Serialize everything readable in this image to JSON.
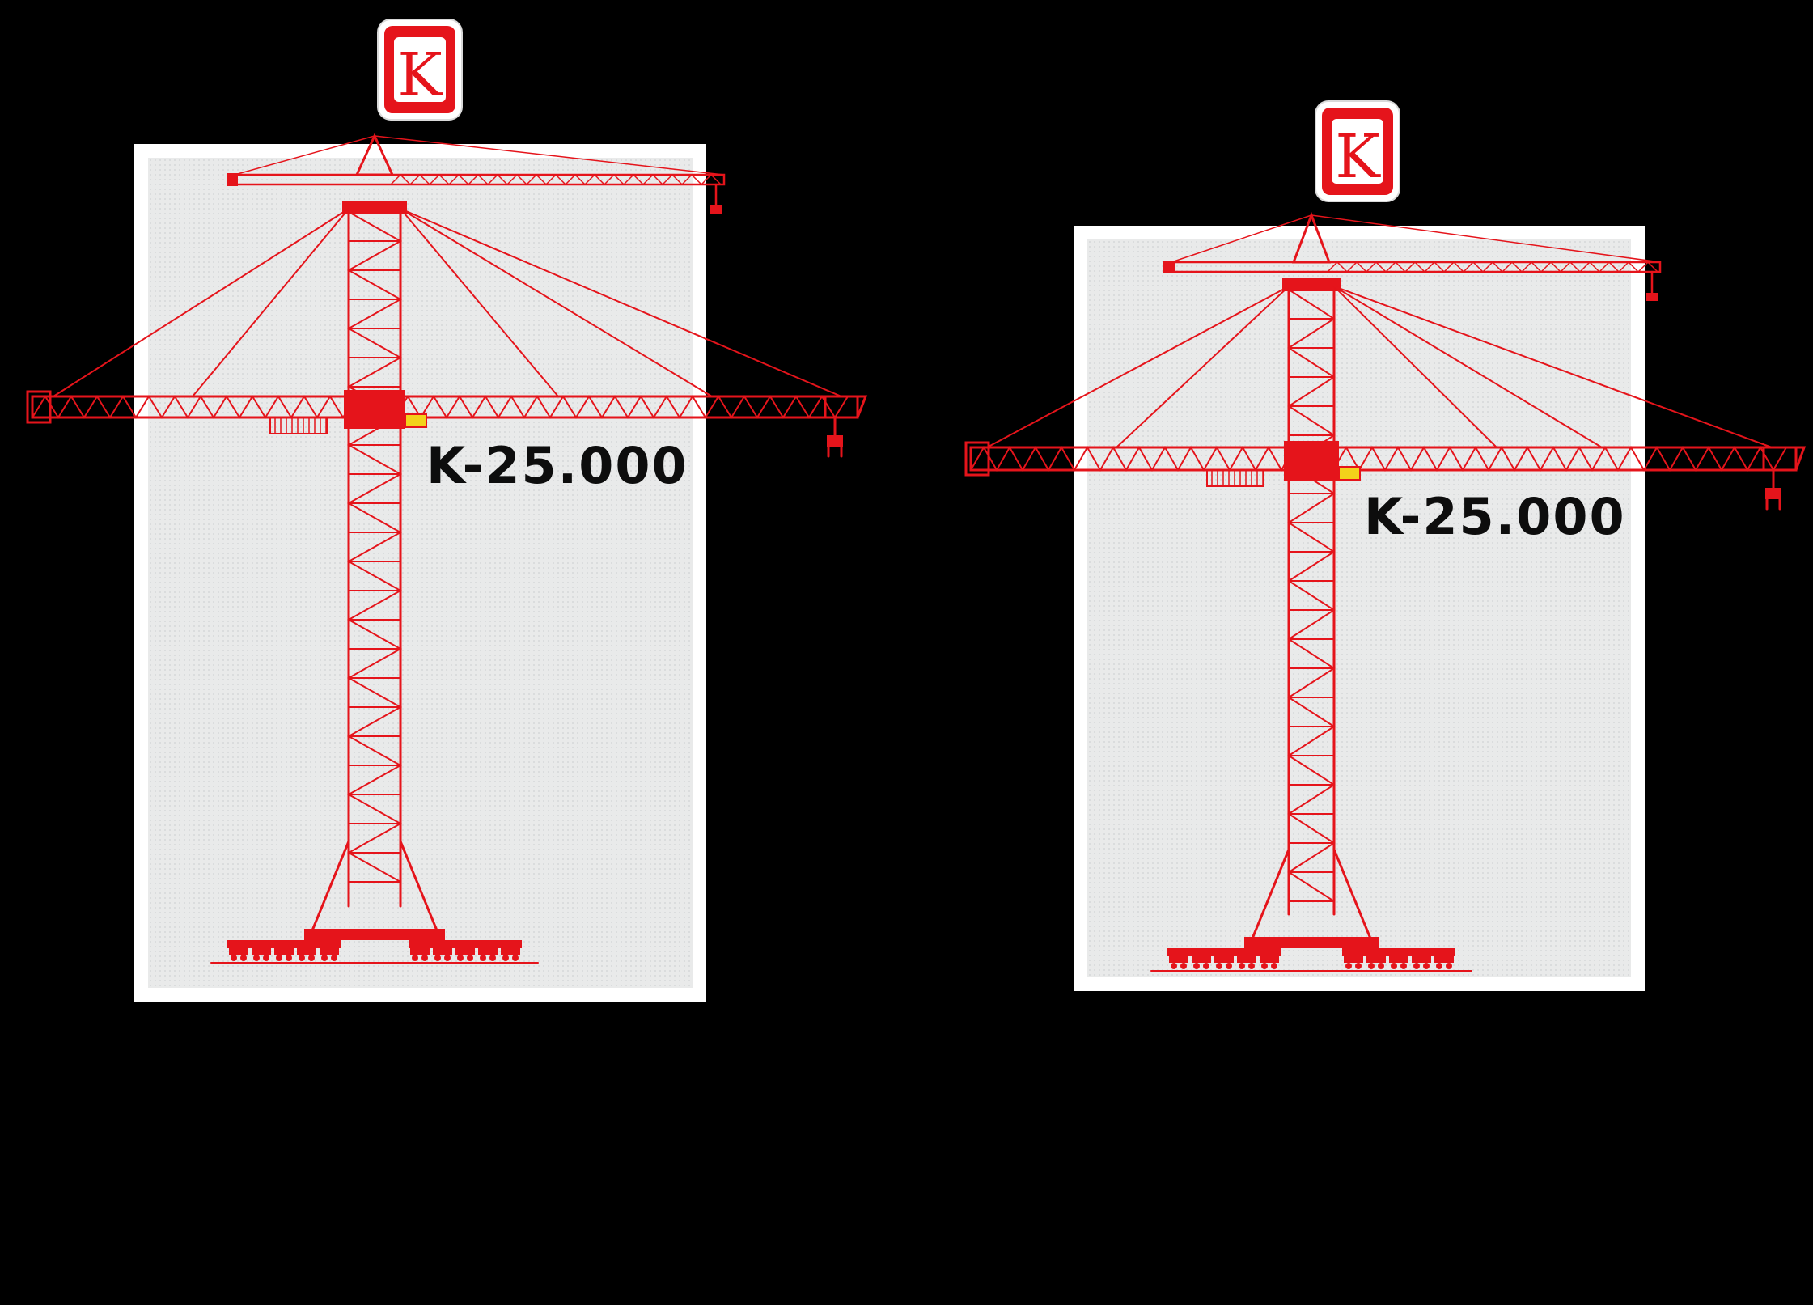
{
  "panels": [
    {
      "model_label": "K-25.000",
      "logo_letter": "K"
    },
    {
      "model_label": "K-25.000",
      "logo_letter": "K"
    }
  ],
  "colors": {
    "background": "#000000",
    "card": "#ffffff",
    "card_inner": "#e9eaea",
    "crane_red": "#e5141b",
    "logo_red": "#e5141b",
    "label_text": "#0d0d0d"
  },
  "icons": [
    "k-logo-icon",
    "tower-crane-illustration"
  ]
}
